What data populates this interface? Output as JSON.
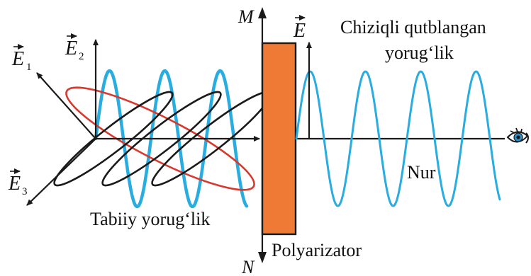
{
  "colors": {
    "wave": "#29ace0",
    "red_ellipse": "#d9382d",
    "black": "#1a1a1a",
    "polarizer_fill": "#ee7a35",
    "eye_iris": "#2f8fc7"
  },
  "labels": {
    "natural_light": "Tabiiy yorug‘lik",
    "polarizer": "Polyarizator",
    "linear_polarized_line1": "Chiziqli qutblangan",
    "linear_polarized_line2": "yorug‘lik",
    "ray": "Nur",
    "axis_top": "M",
    "axis_bottom": "N"
  },
  "vectors": {
    "e1": {
      "symbol": "E",
      "subscript": "1"
    },
    "e2": {
      "symbol": "E",
      "subscript": "2"
    },
    "e3": {
      "symbol": "E",
      "subscript": "3"
    },
    "e": {
      "symbol": "E"
    }
  },
  "icons": {
    "eye": "eye-icon"
  }
}
